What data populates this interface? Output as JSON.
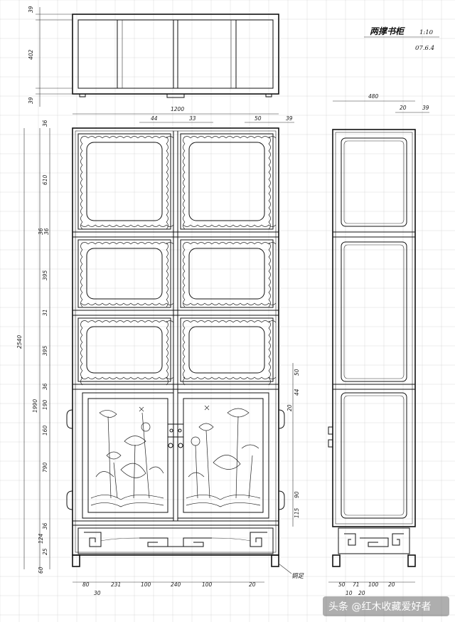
{
  "title": {
    "name": "两撑书柜",
    "scale": "1:10",
    "date": "07.6.4"
  },
  "note_label": "铜足",
  "watermark": "头条 @红木收藏爱好者",
  "dims_top": [
    "39",
    "402",
    "39"
  ],
  "dims_front_top": [
    "1200",
    "44",
    "33",
    "50",
    "39"
  ],
  "dims_front_left": [
    "36",
    "610",
    "36",
    "36",
    "395",
    "31",
    "395",
    "36",
    "1990",
    "2540",
    "190",
    "160",
    "790",
    "36",
    "124",
    "25",
    "60"
  ],
  "dims_front_right": [
    "50",
    "44",
    "20",
    "90",
    "115"
  ],
  "dims_front_bottom": [
    "80",
    "30",
    "231",
    "100",
    "240",
    "100",
    "20"
  ],
  "dims_side_top": [
    "480",
    "20",
    "39"
  ],
  "dims_side_bottom": [
    "50",
    "71",
    "100",
    "20",
    "10",
    "20"
  ],
  "colors": {
    "ink": "#111111",
    "grid": "#d9d9d9",
    "watermark_bg": "#6b6b6b"
  }
}
